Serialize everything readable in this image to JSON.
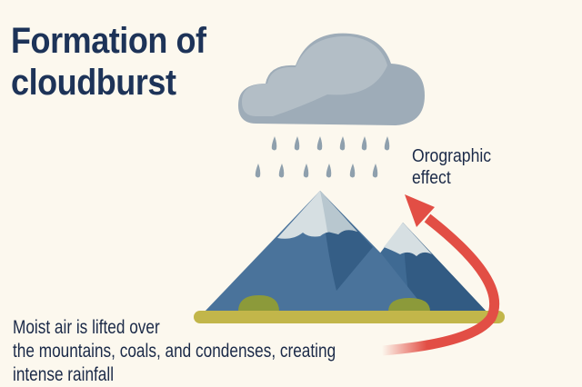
{
  "title": {
    "line1": "Formation of",
    "line2": "cloudburst"
  },
  "arrow_label": {
    "line1": "Orographic",
    "line2": "effect"
  },
  "description": {
    "line1": "Moist air is lifted over",
    "line2": "the mountains, coals, and condenses, creating",
    "line3": "intense rainfall"
  },
  "colors": {
    "background": "#fcf8ee",
    "cloud": "#a9b5bf",
    "mountain": "#466f98",
    "snow": "#d7e0e4",
    "ground": "#c2b64a",
    "arrow": "#e24e45",
    "text": "#1b2a48"
  }
}
